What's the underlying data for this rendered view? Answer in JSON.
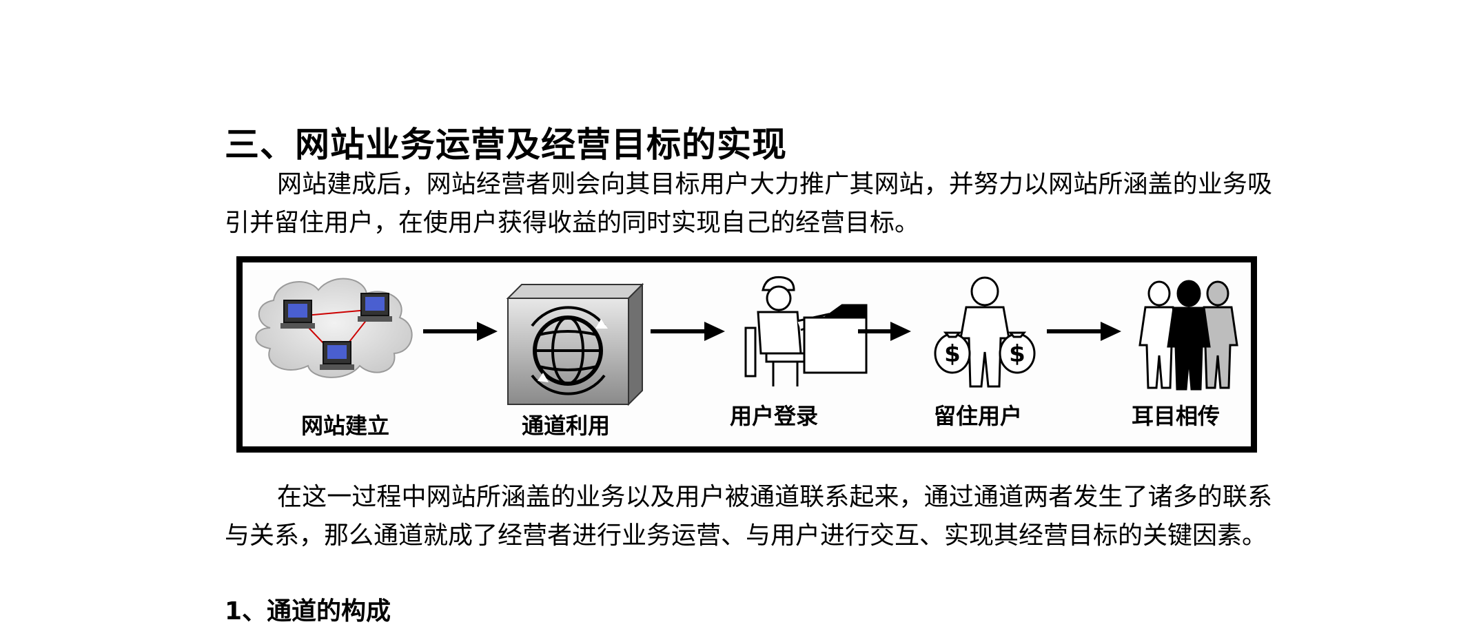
{
  "document": {
    "section_title": "三、网站业务运营及经营目标的实现",
    "paragraph_1": "网站建成后，网站经营者则会向其目标用户大力推广其网站，并努力以网站所涵盖的业务吸引并留住用户，在使用户获得收益的同时实现自己的经营目标。",
    "paragraph_2": "在这一过程中网站所涵盖的业务以及用户被通道联系起来，通过通道两者发生了诸多的联系与关系，那么通道就成了经营者进行业务运营、与用户进行交互、实现其经营目标的关键因素。",
    "subheading": "1、通道的构成"
  },
  "figure": {
    "steps": [
      {
        "label": "网站建立",
        "icon": "network-cloud-icon"
      },
      {
        "label": "通道利用",
        "icon": "globe-box-icon"
      },
      {
        "label": "用户登录",
        "icon": "user-at-desk-icon"
      },
      {
        "label": "留住用户",
        "icon": "person-with-money-bags-icon"
      },
      {
        "label": "耳目相传",
        "icon": "group-of-people-icon"
      }
    ],
    "money_symbol": "$"
  }
}
